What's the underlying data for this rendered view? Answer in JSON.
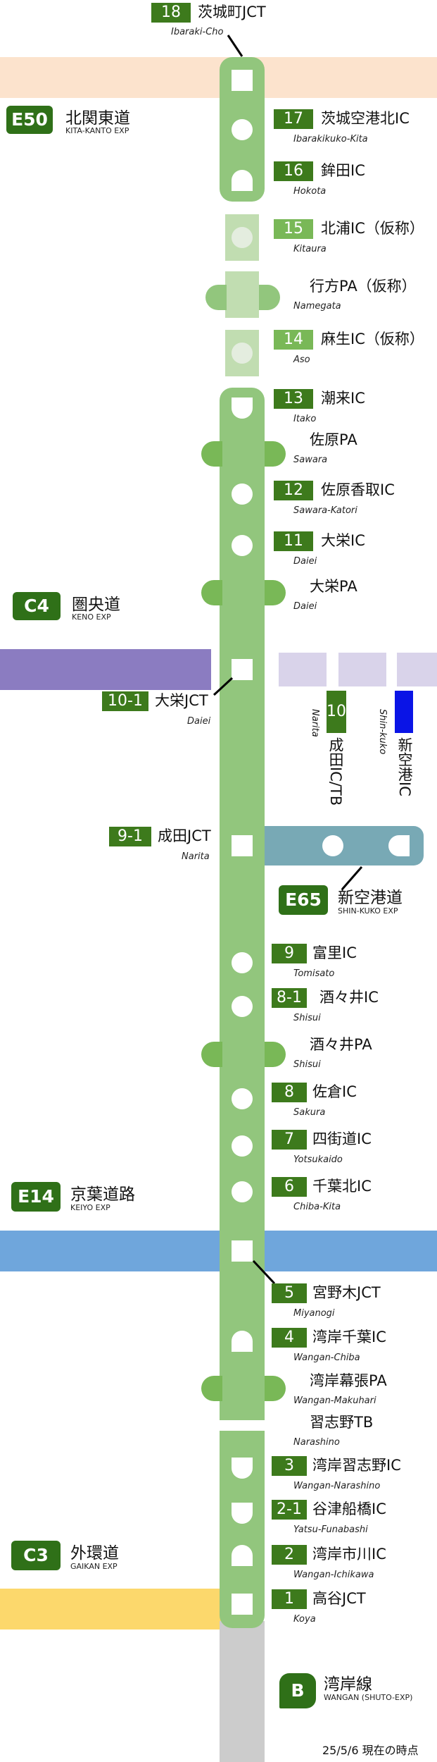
{
  "routes": {
    "e50": {
      "code": "E50",
      "name": "北関東道",
      "en": "KITA-KANTO EXP"
    },
    "c4": {
      "code": "C4",
      "name": "圏央道",
      "en": "KENO EXP"
    },
    "e65": {
      "code": "E65",
      "name": "新空港道",
      "en": "SHIN-KUKO EXP"
    },
    "e14": {
      "code": "E14",
      "name": "京葉道路",
      "en": "KEIYO EXP"
    },
    "c3": {
      "code": "C3",
      "name": "外環道",
      "en": "GAIKAN EXP"
    },
    "b": {
      "code": "B",
      "name": "湾岸線",
      "en": "WANGAN (SHUTO-EXP)"
    }
  },
  "stops": {
    "ibaraki_cho": {
      "num": "18",
      "jp": "茨城町JCT",
      "en": "Ibaraki-Cho"
    },
    "ibaraki_kuko": {
      "num": "17",
      "jp": "茨城空港北IC",
      "en": "Ibarakikuko-Kita"
    },
    "hokota": {
      "num": "16",
      "jp": "鉾田IC",
      "en": "Hokota"
    },
    "kitaura": {
      "num": "15",
      "jp": "北浦IC（仮称）",
      "en": "Kitaura"
    },
    "namegata": {
      "jp": "行方PA（仮称）",
      "en": "Namegata"
    },
    "aso": {
      "num": "14",
      "jp": "麻生IC（仮称）",
      "en": "Aso"
    },
    "itako": {
      "num": "13",
      "jp": "潮来IC",
      "en": "Itako"
    },
    "sawara_pa": {
      "jp": "佐原PA",
      "en": "Sawara"
    },
    "sawara_katori": {
      "num": "12",
      "jp": "佐原香取IC",
      "en": "Sawara-Katori"
    },
    "daiei_ic": {
      "num": "11",
      "jp": "大栄IC",
      "en": "Daiei"
    },
    "daiei_pa": {
      "jp": "大栄PA",
      "en": "Daiei"
    },
    "daiei_jct": {
      "num": "10-1",
      "jp": "大栄JCT",
      "en": "Daiei"
    },
    "narita_ic": {
      "num": "10",
      "jp": "成田IC/TB",
      "en": "Narita"
    },
    "shinkuko_ic": {
      "jp": "新空港IC",
      "en": "Shin-kuko"
    },
    "narita_jct": {
      "num": "9-1",
      "jp": "成田JCT",
      "en": "Narita"
    },
    "tomisato": {
      "num": "9",
      "jp": "富里IC",
      "en": "Tomisato"
    },
    "shisui_ic": {
      "num": "8-1",
      "jp": "酒々井IC",
      "en": "Shisui"
    },
    "shisui_pa": {
      "jp": "酒々井PA",
      "en": "Shisui"
    },
    "sakura": {
      "num": "8",
      "jp": "佐倉IC",
      "en": "Sakura"
    },
    "yotsukaido": {
      "num": "7",
      "jp": "四街道IC",
      "en": "Yotsukaido"
    },
    "chiba_kita": {
      "num": "6",
      "jp": "千葉北IC",
      "en": "Chiba-Kita"
    },
    "miyanogi": {
      "num": "5",
      "jp": "宮野木JCT",
      "en": "Miyanogi"
    },
    "wangan_chiba": {
      "num": "4",
      "jp": "湾岸千葉IC",
      "en": "Wangan-Chiba"
    },
    "wangan_makuhari": {
      "jp": "湾岸幕張PA",
      "en": "Wangan-Makuhari"
    },
    "narashino_tb": {
      "jp": "習志野TB",
      "en": "Narashino"
    },
    "wangan_narashino": {
      "num": "3",
      "jp": "湾岸習志野IC",
      "en": "Wangan-Narashino"
    },
    "yatsu": {
      "num": "2-1",
      "jp": "谷津船橋IC",
      "en": "Yatsu-Funabashi"
    },
    "wangan_ichikawa": {
      "num": "2",
      "jp": "湾岸市川IC",
      "en": "Wangan-Ichikawa"
    },
    "koya": {
      "num": "1",
      "jp": "高谷JCT",
      "en": "Koya"
    }
  },
  "footer": {
    "as_of": "25/5/6 現在の時点"
  }
}
